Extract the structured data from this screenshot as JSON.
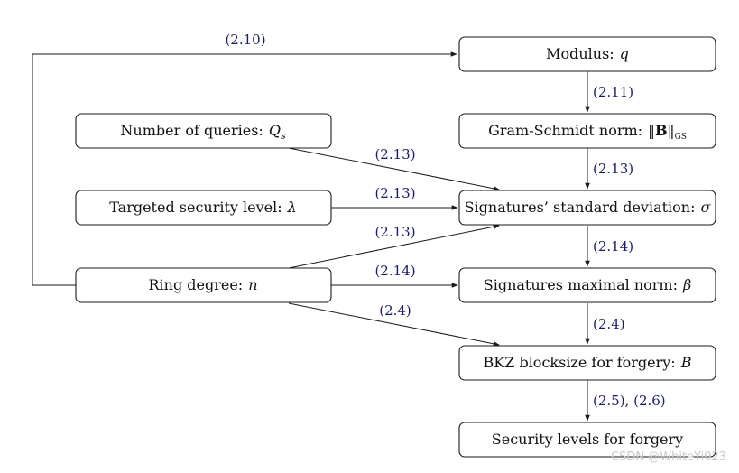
{
  "nodes": {
    "modulus": {
      "label": "Modulus:",
      "var": "q"
    },
    "gram_schmidt": {
      "label": "Gram-Schmidt norm:",
      "norm_open": "‖",
      "var": "B",
      "norm_close": "‖",
      "sub": "GS"
    },
    "signatures_std": {
      "label": "Signatures’ standard deviation:",
      "var": "σ"
    },
    "signatures_max": {
      "label": "Signatures maximal norm:",
      "var": "β"
    },
    "bkz": {
      "label": "BKZ blocksize for forgery:",
      "var": "B"
    },
    "security": {
      "label": "Security levels for forgery"
    },
    "queries": {
      "label": "Number of queries:",
      "var": "Q",
      "sub": "s"
    },
    "targeted": {
      "label": "Targeted security level:",
      "var": "λ"
    },
    "ring": {
      "label": "Ring degree:",
      "var": "n"
    }
  },
  "edges": {
    "ring_to_modulus": "(2.10)",
    "modulus_to_gs": "(2.11)",
    "gs_to_std": "(2.13)",
    "queries_to_std": "(2.13)",
    "targeted_to_std": "(2.13)",
    "ring_to_std": "(2.13)",
    "std_to_max": "(2.14)",
    "ring_to_max": "(2.14)",
    "max_to_bkz": "(2.4)",
    "ring_to_bkz": "(2.4)",
    "bkz_to_security": "(2.5), (2.6)"
  },
  "watermark": "CSDN @WhiteYi023"
}
